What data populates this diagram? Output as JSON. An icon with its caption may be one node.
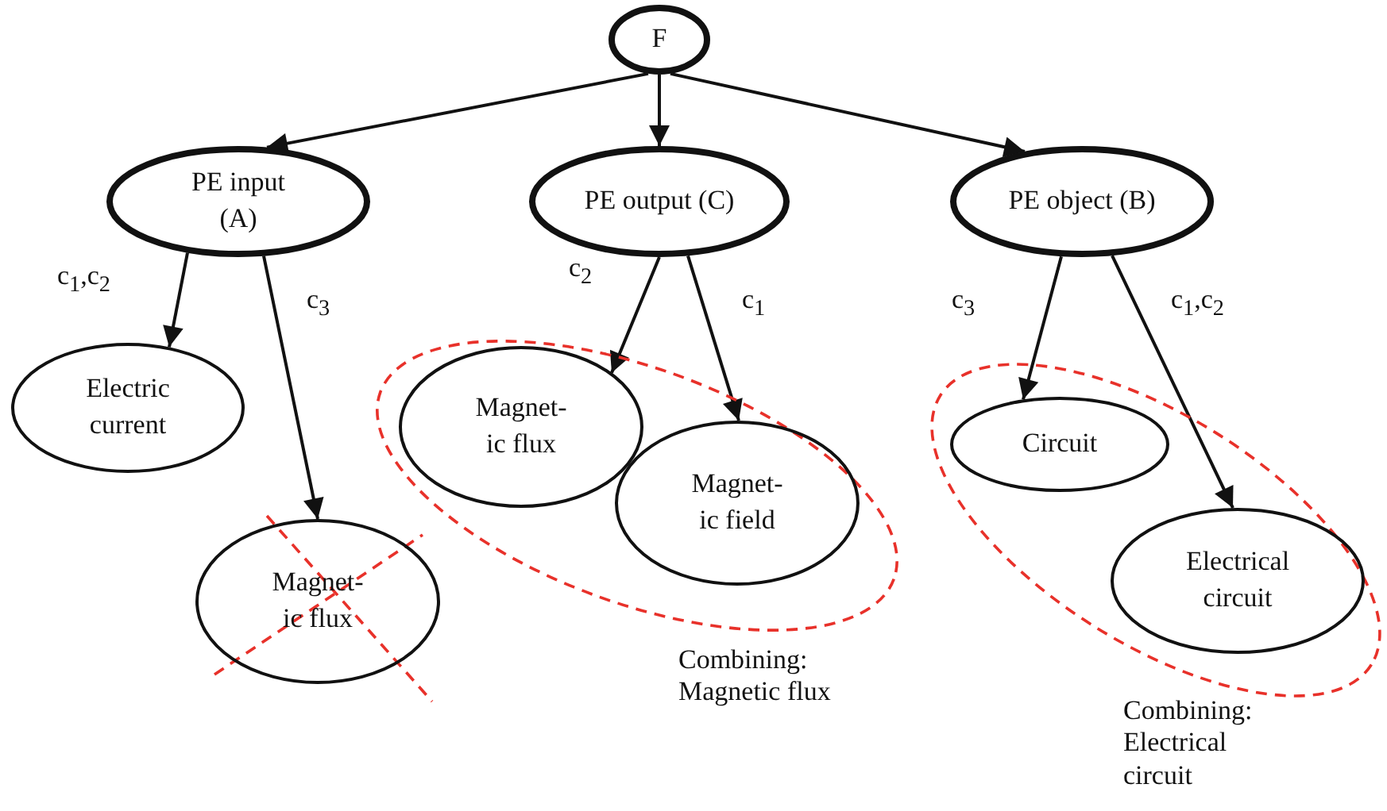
{
  "diagram": {
    "nodes": [
      {
        "text": [
          "F"
        ]
      },
      {
        "text": [
          "PE input (A)"
        ]
      },
      {
        "text": [
          "PE output (C)"
        ]
      },
      {
        "text": [
          "PE object (B)"
        ]
      },
      {
        "text": [
          "Electric current"
        ]
      },
      {
        "text": [
          "Magnet- ic flux"
        ]
      },
      {
        "text": [],
        "shape": "ellipse",
        "beside": [
          "Combining: Magnetic flux"
        ]
      },
      {
        "text": [
          "Magnet- ic flux"
        ],
        "in": 6
      },
      {
        "text": [
          "Magnet- ic field"
        ],
        "in": 6
      },
      {
        "text": [],
        "shape": "ellipse",
        "beside": [
          "Combining: Electrical circuit"
        ]
      },
      {
        "text": [
          "Circuit"
        ],
        "in": 9
      },
      {
        "text": [
          "Electrical circuit"
        ],
        "in": 9
      }
    ],
    "edges": [
      {
        "from": 0,
        "to": 1,
        "arrow": "to"
      },
      {
        "from": 0,
        "to": 2,
        "arrow": "to"
      },
      {
        "from": 0,
        "to": 3,
        "arrow": "to"
      },
      {
        "from": 1,
        "to": 4,
        "arrow": "to",
        "label": "c$_{1}$,c$_{2}$"
      },
      {
        "from": 1,
        "to": 5,
        "arrow": "to",
        "label": "c$_{3}$"
      },
      {
        "from": 2,
        "to": 7,
        "arrow": "to",
        "label": "c$_{2}$"
      },
      {
        "from": 2,
        "to": 8,
        "arrow": "to",
        "label": "c$_{1}$"
      },
      {
        "from": 3,
        "to": 10,
        "arrow": "to",
        "label": "c$_{3}$"
      },
      {
        "from": 3,
        "to": 11,
        "arrow": "to",
        "label": "c$_{1}$,c$_{2}$"
      }
    ]
  }
}
